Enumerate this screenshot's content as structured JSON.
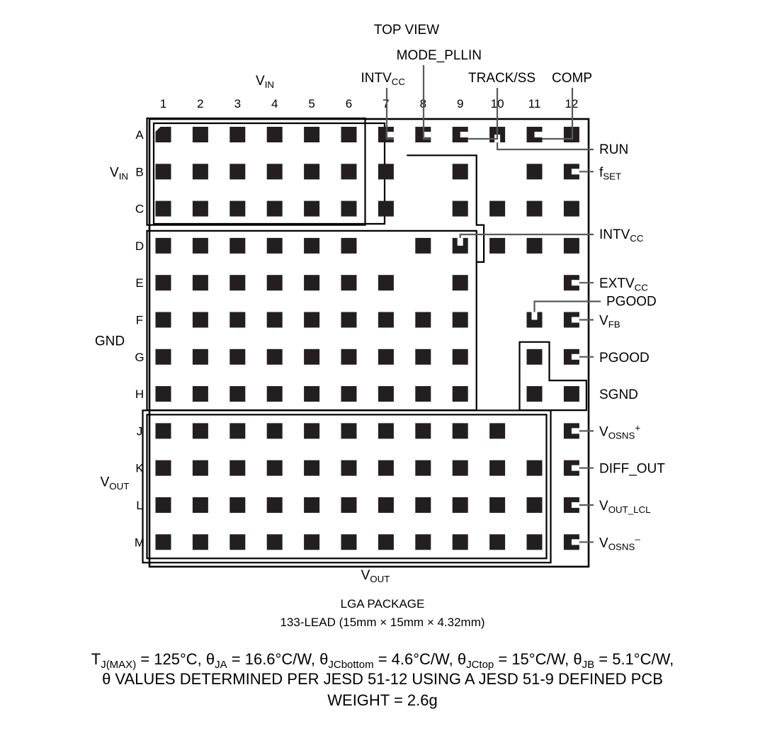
{
  "diagram": {
    "top_view_title": "TOP VIEW",
    "column_headers": [
      "1",
      "2",
      "3",
      "4",
      "5",
      "6",
      "7",
      "8",
      "9",
      "10",
      "11",
      "12"
    ],
    "row_headers": [
      "A",
      "B",
      "C",
      "D",
      "E",
      "F",
      "G",
      "H",
      "J",
      "K",
      "L",
      "M"
    ],
    "pad_color": "#231f20",
    "outline_color": "#000000",
    "leader_color": "#58595b",
    "pin_map": {
      "A": [
        1,
        2,
        3,
        4,
        5,
        6,
        7,
        8,
        9,
        10,
        11,
        12
      ],
      "B": [
        1,
        2,
        3,
        4,
        5,
        6,
        7,
        9,
        11,
        12
      ],
      "C": [
        1,
        2,
        3,
        4,
        5,
        6,
        7,
        9,
        10,
        11,
        12
      ],
      "D": [
        1,
        2,
        3,
        4,
        5,
        6,
        8,
        9,
        10,
        11,
        12
      ],
      "E": [
        1,
        2,
        3,
        4,
        5,
        6,
        7,
        9,
        12
      ],
      "F": [
        1,
        2,
        3,
        4,
        5,
        6,
        7,
        8,
        9,
        11,
        12
      ],
      "G": [
        1,
        2,
        3,
        4,
        5,
        6,
        7,
        8,
        9,
        11,
        12
      ],
      "H": [
        1,
        2,
        3,
        4,
        5,
        6,
        7,
        8,
        9,
        11,
        12
      ],
      "J": [
        1,
        2,
        3,
        4,
        5,
        6,
        7,
        8,
        9,
        10,
        12
      ],
      "K": [
        1,
        2,
        3,
        4,
        5,
        6,
        7,
        8,
        9,
        10,
        11,
        12
      ],
      "L": [
        1,
        2,
        3,
        4,
        5,
        6,
        7,
        8,
        9,
        10,
        11,
        12
      ],
      "M": [
        1,
        2,
        3,
        4,
        5,
        6,
        7,
        8,
        9,
        10,
        11,
        12
      ]
    },
    "pin1_marker": {
      "row": "A",
      "col": 1,
      "note": "chamfered corner marks pin A1"
    },
    "top_labels": [
      {
        "name": "intvcc-top",
        "base": "INTV",
        "sub": "CC",
        "sup": ""
      },
      {
        "name": "mode-pllin",
        "base": "MODE_PLLIN",
        "sub": "",
        "sup": ""
      },
      {
        "name": "track-ss",
        "base": "TRACK/SS",
        "sub": "",
        "sup": ""
      },
      {
        "name": "comp",
        "base": "COMP",
        "sub": "",
        "sup": ""
      }
    ],
    "right_labels": [
      {
        "name": "run",
        "base": "RUN",
        "sub": "",
        "sup": ""
      },
      {
        "name": "fset",
        "base": "f",
        "sub": "SET",
        "sup": ""
      },
      {
        "name": "intvcc-right",
        "base": "INTV",
        "sub": "CC",
        "sup": ""
      },
      {
        "name": "extvcc",
        "base": "EXTV",
        "sub": "CC",
        "sup": ""
      },
      {
        "name": "pgood-upper",
        "base": "PGOOD",
        "sub": "",
        "sup": ""
      },
      {
        "name": "vfb",
        "base": "V",
        "sub": "FB",
        "sup": ""
      },
      {
        "name": "pgood-lower",
        "base": "PGOOD",
        "sub": "",
        "sup": ""
      },
      {
        "name": "sgnd",
        "base": "SGND",
        "sub": "",
        "sup": ""
      },
      {
        "name": "vosns-plus",
        "base": "V",
        "sub": "OSNS",
        "sup": "+"
      },
      {
        "name": "diff-out",
        "base": "DIFF_OUT",
        "sub": "",
        "sup": ""
      },
      {
        "name": "vout-lcl",
        "base": "V",
        "sub": "OUT_LCL",
        "sup": ""
      },
      {
        "name": "vosns-minus",
        "base": "V",
        "sub": "OSNS",
        "sup": "–"
      }
    ],
    "region_labels": [
      {
        "name": "vin-top",
        "base": "V",
        "sub": "IN",
        "position": "top"
      },
      {
        "name": "vin-left",
        "base": "V",
        "sub": "IN",
        "position": "left"
      },
      {
        "name": "gnd-left",
        "base": "GND",
        "sub": "",
        "position": "left"
      },
      {
        "name": "vout-left",
        "base": "V",
        "sub": "OUT",
        "position": "left"
      },
      {
        "name": "vout-bottom",
        "base": "V",
        "sub": "OUT",
        "position": "bottom"
      }
    ]
  },
  "caption": {
    "package_line1": "LGA PACKAGE",
    "package_line2": "133-LEAD (15mm × 15mm × 4.32mm)",
    "thermal_line_parts": [
      {
        "base": "T",
        "sub": "J(MAX)",
        "tail": " = 125°C, "
      },
      {
        "base": "θ",
        "sub": "JA",
        "tail": " = 16.6°C/W, "
      },
      {
        "base": "θ",
        "sub": "JCbottom",
        "tail": " = 4.6°C/W, "
      },
      {
        "base": "θ",
        "sub": "JCtop",
        "tail": " = 15°C/W, "
      },
      {
        "base": "θ",
        "sub": "JB",
        "tail": " = 5.1°C/W,"
      }
    ],
    "jesd_line": "θ VALUES DETERMINED PER JESD 51-12 USING A JESD 51-9 DEFINED PCB",
    "weight_line": "WEIGHT = 2.6g"
  }
}
